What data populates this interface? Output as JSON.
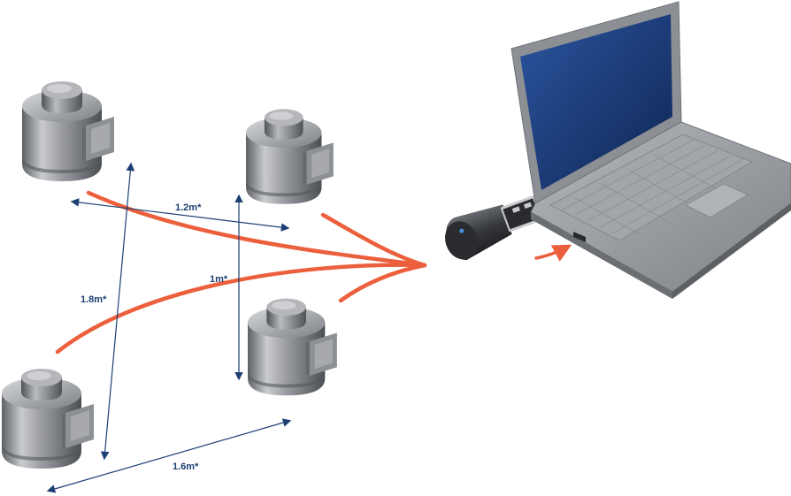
{
  "colors": {
    "signal": "#ec5f3c",
    "dimension_line": "#1d3f73",
    "sensor_body": "#9a9ca1",
    "laptop_body": "#8f9297",
    "laptop_screen": "#1f3f7a",
    "dongle_body": "#3a3c40",
    "dongle_light": "#4a8fe0"
  },
  "dimensions": {
    "top_span": "1.2m*",
    "middle_span": "1m*",
    "left_span": "1.8m*",
    "bottom_span": "1.6m*"
  },
  "devices": {
    "sensors": [
      "load-cell-1",
      "load-cell-2",
      "load-cell-3",
      "load-cell-4"
    ],
    "receiver": "usb-wireless-dongle",
    "host": "laptop"
  }
}
